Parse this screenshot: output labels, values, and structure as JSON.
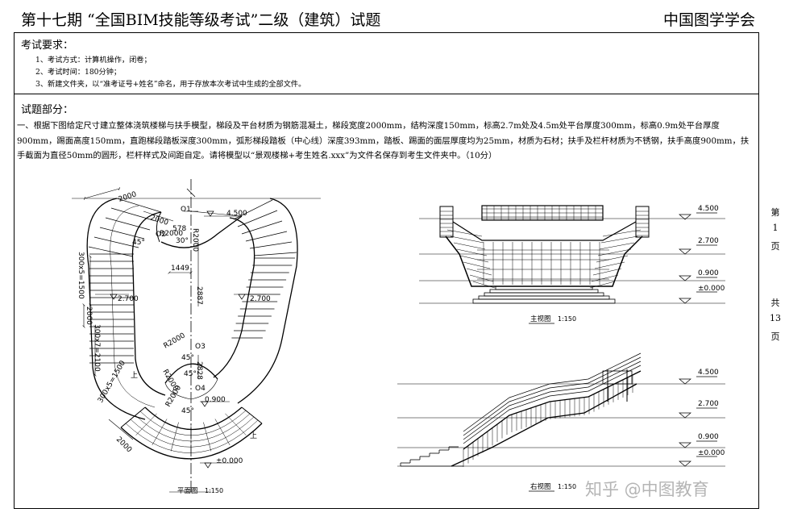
{
  "header": {
    "title": "第十七期 “全国BIM技能等级考试”二级（建筑）试题",
    "org": "中国图学学会"
  },
  "requirements": {
    "title": "考试要求：",
    "items": [
      "1、考试方式：计算机操作，闭卷；",
      "2、考试时间：180分钟；",
      "3、新建文件夹，以“准考证号+姓名”命名，用于存放本次考试中生成的全部文件。"
    ]
  },
  "question": {
    "title": "试题部分：",
    "body": "一、根据下图给定尺寸建立整体浇筑楼梯与扶手模型，梯段及平台材质为钢筋混凝土，梯段宽度2000mm，结构深度150mm，标高2.7m处及4.5m处平台厚度300mm，标高0.9m处平台厚度900mm，踢面高度150mm，直跑梯段踏板深度300mm，弧形梯段踏板（中心线）深度393mm，踏板、踢面的面层厚度均为25mm，材质为石材；扶手及栏杆材质为不锈钢，扶手高度900mm，扶手截面为直径50mm的圆形，栏杆样式及间距自定。请将模型以“景观楼梯+考生姓名.xxx”为文件名保存到考生文件夹中。（10分）"
  },
  "plan": {
    "dims": {
      "d2000_top": "2000",
      "d2000_mid": "2000",
      "d2000_bottom": "2000",
      "d578": "578",
      "d1449": "1449",
      "d2887": "2887",
      "d2828": "2828",
      "d300x5_top": "300x5=1500",
      "d300x5_bottom": "300x5=1500",
      "d300x7": "300x7=2100",
      "d2000_left": "2000"
    },
    "radii": {
      "r_top_right": "R2000",
      "r_top_left": "R2000",
      "r_mid": "R2000",
      "r_mid2": "R2000",
      "r_bottom": "R2000"
    },
    "angles": {
      "a45_left": "45°",
      "a30": "30°",
      "a45_mid": "45°",
      "a45_mid2": "45°",
      "a45_bottom": "45°"
    },
    "centers": {
      "o1": "O1",
      "o2": "O2",
      "o3": "O3",
      "o4": "O4"
    },
    "levels": {
      "l4500": "4.500",
      "l2700_left": "2.700",
      "l2700_right": "2.700",
      "l0900": "0.900",
      "l0000": "±0.000"
    },
    "up_labels": {
      "up1": "上",
      "up2": "上"
    },
    "caption": "平面图",
    "scale": "1:150"
  },
  "front": {
    "levels": {
      "l4500": "4.500",
      "l2700": "2.700",
      "l0900": "0.900",
      "l0000": "±0.000"
    },
    "caption": "主视图",
    "scale": "1:150"
  },
  "side": {
    "levels": {
      "l4500": "4.500",
      "l2700": "2.700",
      "l0900": "0.900",
      "l0000": "±0.000"
    },
    "caption": "右视图",
    "scale": "1:150"
  },
  "page_info": {
    "current": [
      "第",
      "1",
      "页"
    ],
    "total": [
      "共",
      "13",
      "页"
    ]
  },
  "watermark": "知乎 @中图教育"
}
